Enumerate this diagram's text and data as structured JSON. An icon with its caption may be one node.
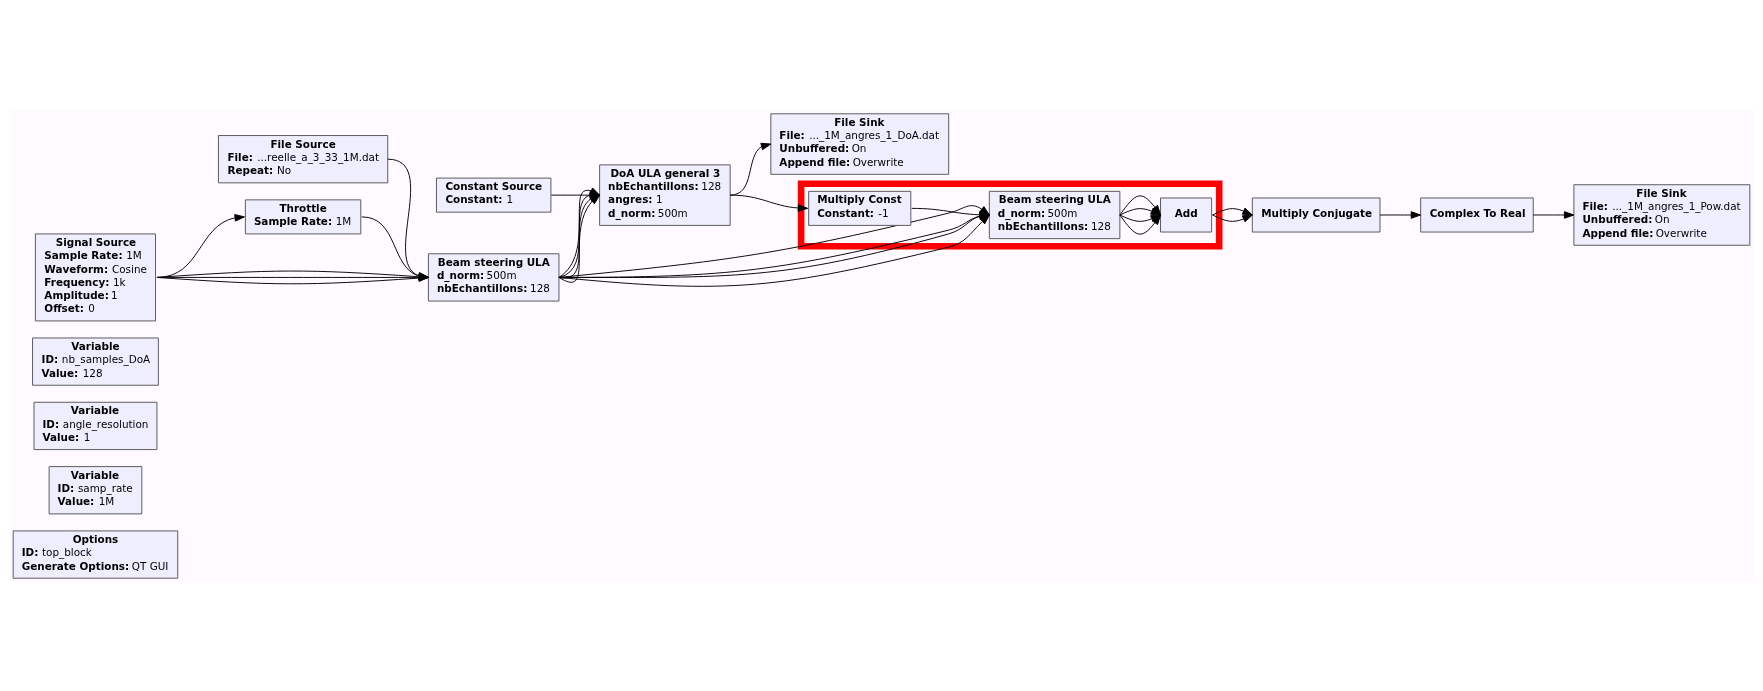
{
  "diagram": {
    "nodes": [
      {
        "text": [
          "Options",
          "ID: top_block",
          "Generate Options: QT GUI"
        ]
      },
      {
        "text": [
          "Variable",
          "ID: samp_rate",
          "Value: 1M"
        ]
      },
      {
        "text": [
          "Variable",
          "ID: angle_resolution",
          "Value: 1"
        ]
      },
      {
        "text": [
          "Variable",
          "ID: nb_samples_DoA",
          "Value: 128"
        ]
      },
      {
        "text": [
          "File Source",
          "File: ...reelle_a_3_33_1M.dat",
          "Repeat: No"
        ]
      },
      {
        "text": [
          "Signal Source",
          "Sample Rate: 1M",
          "Waveform: Cosine",
          "Frequency: 1k",
          "Amplitude: 1",
          "Offset: 0"
        ]
      },
      {
        "text": [
          "Throttle",
          "Sample Rate: 1M"
        ]
      },
      {
        "text": [
          "Beam steering ULA",
          "d_norm: 500m",
          "nbEchantillons: 128"
        ]
      },
      {
        "text": [
          "Constant Source",
          "Constant: 1"
        ]
      },
      {
        "text": [
          "DoA ULA general 3",
          "nbEchantillons: 128",
          "angres: 1",
          "d_norm: 500m"
        ]
      },
      {
        "text": [
          "File Sink",
          "File: ..._1M_angres_1_DoA.dat",
          "Unbuffered: On",
          "Append file: Overwrite"
        ]
      },
      {
        "text": [],
        "shape": "box"
      },
      {
        "text": [
          "Multiply Const",
          "Constant: -1"
        ],
        "in": 11
      },
      {
        "text": [
          "Beam steering ULA",
          "d_norm: 500m",
          "nbEchantillons: 128"
        ],
        "in": 11
      },
      {
        "text": [
          "Add"
        ],
        "in": 11
      },
      {
        "text": [
          "Multiply Conjugate"
        ]
      },
      {
        "text": [
          "Complex To Real"
        ]
      },
      {
        "text": [
          "File Sink",
          "File: ..._1M_angres_1_Pow.dat",
          "Unbuffered: On",
          "Append file: Overwrite"
        ]
      }
    ],
    "edges": [
      {
        "from": 4,
        "to": 7,
        "arrow": "to"
      },
      {
        "from": 5,
        "to": 6,
        "arrow": "to"
      },
      {
        "from": 6,
        "to": 7,
        "arrow": "to"
      },
      {
        "from": 5,
        "to": 7,
        "arrow": "to"
      },
      {
        "from": 5,
        "to": 7,
        "arrow": "to"
      },
      {
        "from": 5,
        "to": 7,
        "arrow": "to"
      },
      {
        "from": 8,
        "to": 9,
        "arrow": "to"
      },
      {
        "from": 7,
        "to": 9,
        "arrow": "to"
      },
      {
        "from": 7,
        "to": 9,
        "arrow": "to"
      },
      {
        "from": 7,
        "to": 9,
        "arrow": "to"
      },
      {
        "from": 7,
        "to": 9,
        "arrow": "to"
      },
      {
        "from": 9,
        "to": 10,
        "arrow": "to"
      },
      {
        "from": 9,
        "to": 12,
        "arrow": "to"
      },
      {
        "from": 12,
        "to": 13,
        "arrow": "to"
      },
      {
        "from": 7,
        "to": 13,
        "arrow": "to"
      },
      {
        "from": 7,
        "to": 13,
        "arrow": "to"
      },
      {
        "from": 7,
        "to": 13,
        "arrow": "to"
      },
      {
        "from": 7,
        "to": 13,
        "arrow": "to"
      },
      {
        "from": 13,
        "to": 14,
        "arrow": "to"
      },
      {
        "from": 13,
        "to": 14,
        "arrow": "to"
      },
      {
        "from": 13,
        "to": 14,
        "arrow": "to"
      },
      {
        "from": 13,
        "to": 14,
        "arrow": "to"
      },
      {
        "from": 14,
        "to": 15,
        "arrow": "to"
      },
      {
        "from": 14,
        "to": 15,
        "arrow": "to"
      },
      {
        "from": 15,
        "to": 16,
        "arrow": "to"
      },
      {
        "from": 16,
        "to": 17,
        "arrow": "to"
      }
    ]
  }
}
